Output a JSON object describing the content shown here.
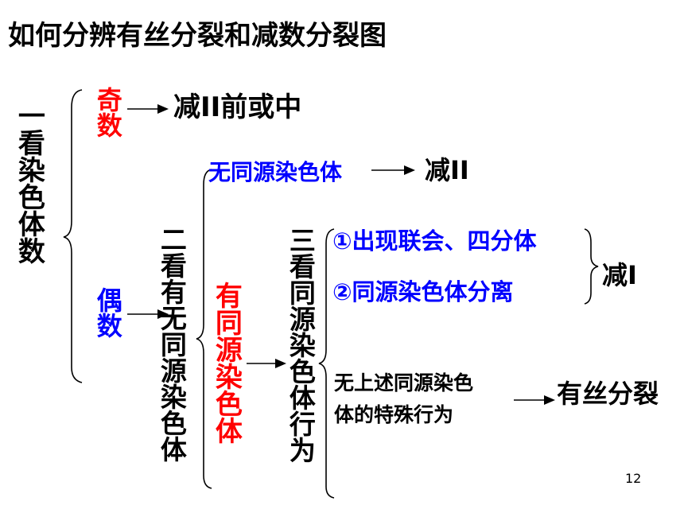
{
  "title": "如何分辨有丝分裂和减数分裂图",
  "step1": {
    "label": "一看染色体数"
  },
  "odd": {
    "label": "奇数",
    "result": "减II前或中"
  },
  "even": {
    "label": "偶数"
  },
  "step2": {
    "label": "二看有无同源染色体"
  },
  "no_homolog": {
    "label": "无同源染色体",
    "result": "减II"
  },
  "has_homolog": {
    "label": "有同源染色体"
  },
  "step3": {
    "label": "三看同源染色体行为"
  },
  "behavior_1": "①出现联会、四分体",
  "behavior_2": "②同源染色体分离",
  "result_meiosis1": "减I",
  "no_behavior": {
    "line1": "无上述同源染色",
    "line2": "体的特殊行为",
    "result": "有丝分裂"
  },
  "page_number": "12",
  "colors": {
    "black": "#000000",
    "red": "#ff0000",
    "blue": "#0000ff"
  }
}
